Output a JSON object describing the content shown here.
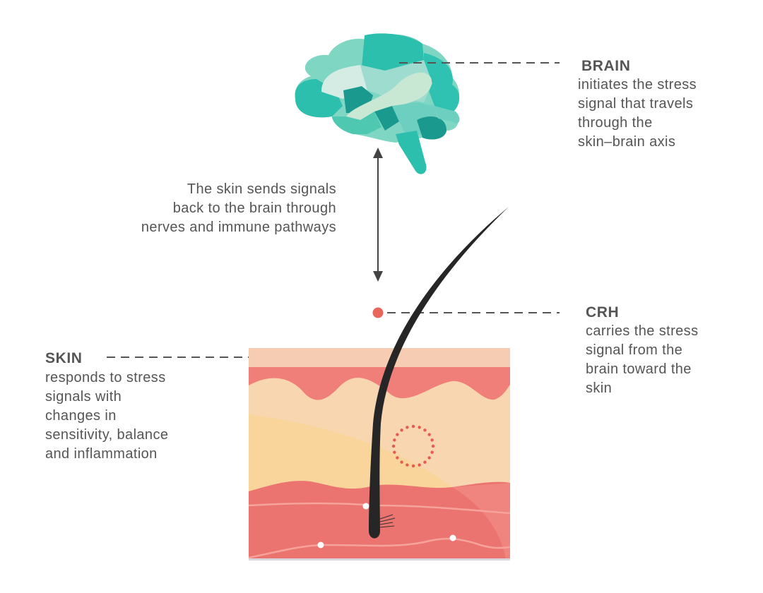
{
  "brain": {
    "title": "BRAIN",
    "lines": [
      "initiates the stress",
      "signal that travels",
      "through the",
      "skin–brain axis"
    ]
  },
  "feedback": {
    "lines": [
      "The skin sends signals",
      "back to the brain through",
      "nerves and immune pathways"
    ]
  },
  "crh": {
    "title": "CRH",
    "lines": [
      "carries the stress",
      "signal from the",
      "brain toward the",
      "skin"
    ]
  },
  "skin": {
    "title": "SKIN",
    "lines": [
      "responds to stress",
      "signals with",
      "changes in",
      "sensitivity, balance",
      "and inflammation"
    ]
  },
  "colors": {
    "teal_dark": "#1a9a8e",
    "teal": "#2dbfad",
    "teal_light": "#7fd6c3",
    "crh_dot": "#e8665c",
    "skin_red": "#ec7470",
    "skin_peach": "#f8d6b0",
    "skin_yellow": "#f9d59c",
    "hair": "#262626"
  }
}
